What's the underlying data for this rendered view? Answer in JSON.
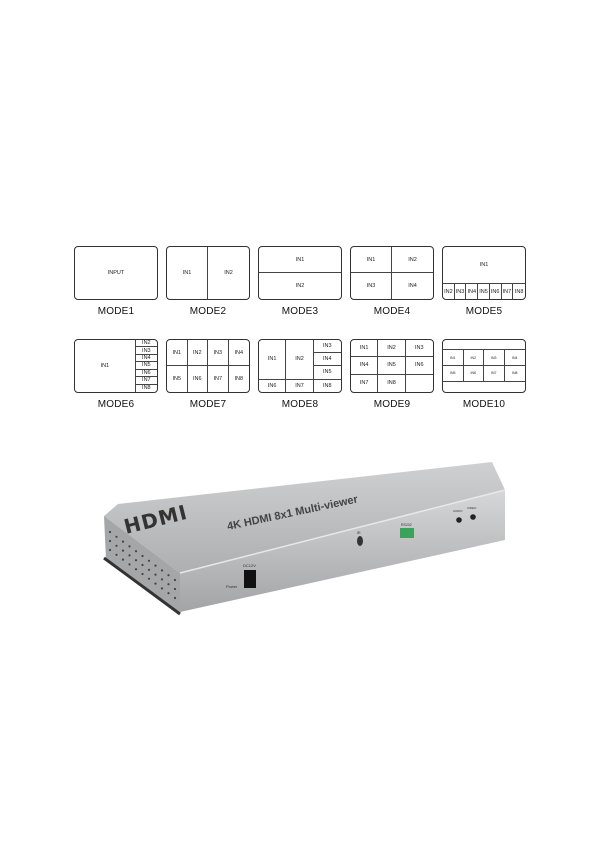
{
  "modes": [
    {
      "label": "MODE1",
      "cells": [
        "INPUT"
      ]
    },
    {
      "label": "MODE2",
      "cells": [
        "IN1",
        "IN2"
      ]
    },
    {
      "label": "MODE3",
      "cells": [
        "IN1",
        "IN2"
      ]
    },
    {
      "label": "MODE4",
      "cells": [
        "IN1",
        "IN2",
        "IN3",
        "IN4"
      ]
    },
    {
      "label": "MODE5",
      "cells": [
        "IN1",
        "IN2",
        "IN3",
        "IN4",
        "IN5",
        "IN6",
        "IN7",
        "IN8"
      ]
    },
    {
      "label": "MODE6",
      "cells": [
        "IN1",
        "IN2",
        "IN3",
        "IN4",
        "IN5",
        "IN6",
        "IN7",
        "IN8"
      ]
    },
    {
      "label": "MODE7",
      "cells": [
        "IN1",
        "IN2",
        "IN3",
        "IN4",
        "IN5",
        "IN6",
        "IN7",
        "IN8"
      ]
    },
    {
      "label": "MODE8",
      "cells": [
        "IN1",
        "IN2",
        "IN3",
        "IN4",
        "IN5",
        "IN6",
        "IN7",
        "IN8"
      ]
    },
    {
      "label": "MODE9",
      "cells": [
        "IN1",
        "IN2",
        "IN3",
        "IN4",
        "IN5",
        "IN6",
        "IN7",
        "IN8",
        ""
      ]
    },
    {
      "label": "MODE10",
      "cells": [
        "",
        "IN1",
        "IN2",
        "IN3",
        "IN4",
        "IN5",
        "IN6",
        "IN7",
        "IN8",
        ""
      ]
    }
  ],
  "device": {
    "logo": "HDMI",
    "title": "4K HDMI 8x1 Multi-viewer",
    "power_port": "DC12V",
    "power_label": "Power",
    "ir_label": "IR",
    "rs232_label": "RS232",
    "audio_label": "AUDIO",
    "video_label": "VIDEO",
    "body_color": "#b9babb",
    "terminal_color": "#3aa25a"
  }
}
